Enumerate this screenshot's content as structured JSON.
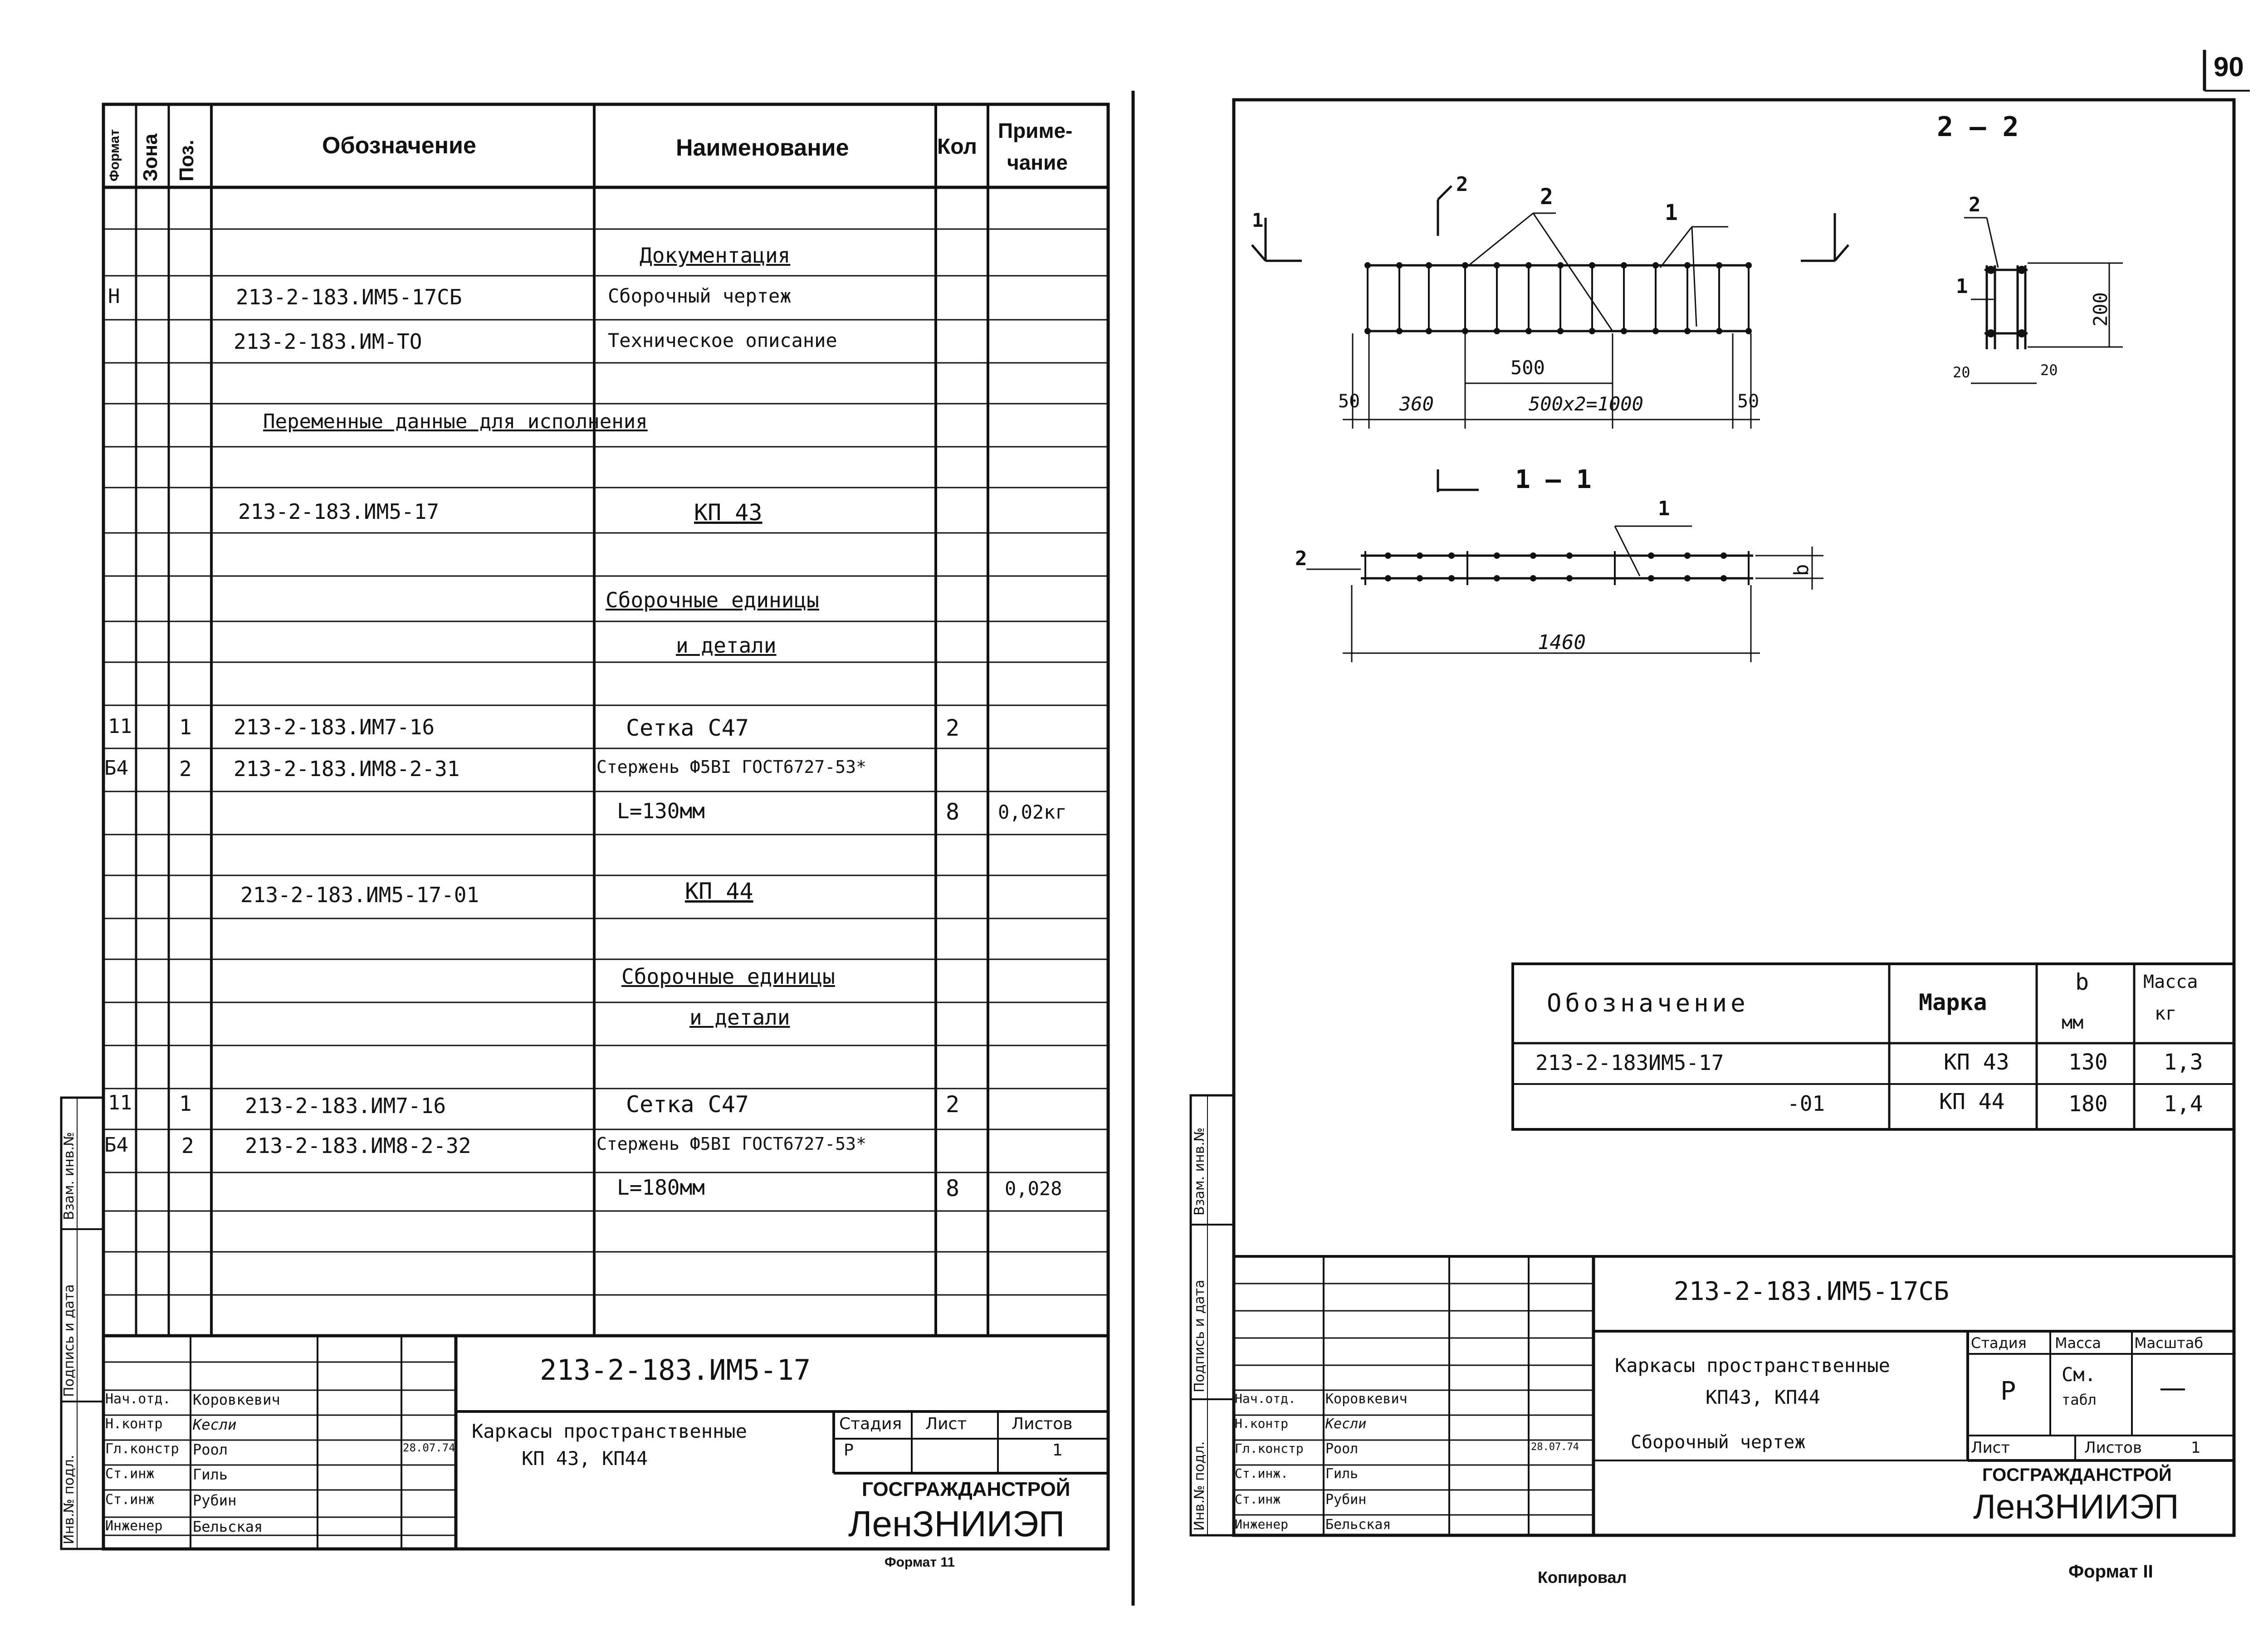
{
  "page_number": "90",
  "left_sheet": {
    "headers": {
      "format": "Формат",
      "zone": "Зона",
      "pos": "Поз.",
      "designation": "Обозначение",
      "name": "Наименование",
      "qty": "Кол",
      "note_line1": "Приме-",
      "note_line2": "чание"
    },
    "rows": [
      {
        "fmt": "",
        "pos": "",
        "designation": "",
        "name": "Документация",
        "qty": "",
        "note": ""
      },
      {
        "fmt": "Н",
        "pos": "",
        "designation": "213-2-183.ИМ5-17СБ",
        "name": "Сборочный чертеж",
        "qty": "",
        "note": ""
      },
      {
        "fmt": "",
        "pos": "",
        "designation": "213-2-183.ИМ-ТО",
        "name": "Техническое описание",
        "qty": "",
        "note": ""
      },
      {
        "fmt": "",
        "pos": "",
        "designation": "",
        "name": "Переменные данные для исполнения",
        "qty": "",
        "note": ""
      },
      {
        "fmt": "",
        "pos": "",
        "designation": "213-2-183.ИМ5-17",
        "name": "КП 43",
        "qty": "",
        "note": ""
      },
      {
        "fmt": "",
        "pos": "",
        "designation": "",
        "name": "Сборочные единицы",
        "qty": "",
        "note": ""
      },
      {
        "fmt": "",
        "pos": "",
        "designation": "",
        "name": "и детали",
        "qty": "",
        "note": ""
      },
      {
        "fmt": "11",
        "pos": "1",
        "designation": "213-2-183.ИМ7-16",
        "name": "Сетка С47",
        "qty": "2",
        "note": ""
      },
      {
        "fmt": "Б4",
        "pos": "2",
        "designation": "213-2-183.ИМ8-2-31",
        "name": "Стержень Ф5ВI ГОСТ6727-53*",
        "qty": "",
        "note": ""
      },
      {
        "fmt": "",
        "pos": "",
        "designation": "",
        "name": "L=130мм",
        "qty": "8",
        "note": "0,02кг"
      },
      {
        "fmt": "",
        "pos": "",
        "designation": "213-2-183.ИМ5-17-01",
        "name": "КП 44",
        "qty": "",
        "note": ""
      },
      {
        "fmt": "",
        "pos": "",
        "designation": "",
        "name": "Сборочные единицы",
        "qty": "",
        "note": ""
      },
      {
        "fmt": "",
        "pos": "",
        "designation": "",
        "name": "и детали",
        "qty": "",
        "note": ""
      },
      {
        "fmt": "11",
        "pos": "1",
        "designation": "213-2-183.ИМ7-16",
        "name": "Сетка С47",
        "qty": "2",
        "note": ""
      },
      {
        "fmt": "Б4",
        "pos": "2",
        "designation": "213-2-183.ИМ8-2-32",
        "name": "Стержень Ф5ВI ГОСТ6727-53*",
        "qty": "",
        "note": ""
      },
      {
        "fmt": "",
        "pos": "",
        "designation": "",
        "name": "L=180мм",
        "qty": "8",
        "note": "0,028"
      }
    ],
    "side_labels": [
      "Взам. инв.№",
      "Подпись и дата",
      "Инв.№ подл."
    ],
    "stamp": {
      "code": "213-2-183.ИМ5-17",
      "title_line1": "Каркасы пространственные",
      "title_line2": "КП 43, КП44",
      "stage_label": "Стадия",
      "sheet_label": "Лист",
      "sheets_label": "Листов",
      "stage": "Р",
      "sheets_value": "1",
      "org_line1": "ГОСГРАЖДАНСТРОЙ",
      "org_line2": "ЛенЗНИИЭП",
      "people": [
        {
          "role": "Нач.отд.",
          "name": "Коровкевич",
          "date": ""
        },
        {
          "role": "Н.контр",
          "name": "Кесли",
          "date": ""
        },
        {
          "role": "Гл.констр",
          "name": "Роол",
          "date": "28.07.74"
        },
        {
          "role": "Ст.инж",
          "name": "Гиль",
          "date": ""
        },
        {
          "role": "Ст.инж",
          "name": "Рубин",
          "date": ""
        },
        {
          "role": "Инженер",
          "name": "Бельская",
          "date": ""
        }
      ]
    },
    "format_label": "Формат 11"
  },
  "right_sheet": {
    "section_2_2": "2 — 2",
    "section_1_1": "1 — 1",
    "dims": {
      "d500": "500",
      "d500x2": "500x2=1000",
      "d360": "360",
      "d50a": "50",
      "d50b": "50",
      "d200": "200",
      "d20a": "20",
      "d20b": "20",
      "d1460": "1460",
      "db": "b"
    },
    "callouts": {
      "c1": "1",
      "c2": "2",
      "cut1": "1",
      "cut2": "2"
    },
    "table": {
      "head_designation": "Обозначение",
      "head_mark": "Марка",
      "head_b": "b",
      "head_b_unit": "мм",
      "head_mass": "Масса",
      "head_mass_unit": "кг",
      "rows": [
        {
          "designation": "213-2-183ИМ5-17",
          "mark": "КП 43",
          "b": "130",
          "mass": "1,3"
        },
        {
          "designation": "-01",
          "mark": "КП 44",
          "b": "180",
          "mass": "1,4"
        }
      ]
    },
    "side_labels": [
      "Взам. инв.№",
      "Подпись и дата",
      "Инв.№ подл."
    ],
    "stamp": {
      "code": "213-2-183.ИМ5-17СБ",
      "title_line1": "Каркасы пространственные",
      "title_line2": "КП43, КП44",
      "subtitle": "Сборочный чертеж",
      "stage_label": "Стадия",
      "mass_label": "Масса",
      "scale_label": "Масштаб",
      "stage": "Р",
      "mass_value_1": "См.",
      "mass_value_2": "табл",
      "scale_value": "—",
      "sheet_label": "Лист",
      "sheets_label": "Листов",
      "sheets_value": "1",
      "org_line1": "ГОСГРАЖДАНСТРОЙ",
      "org_line2": "ЛенЗНИИЭП",
      "people": [
        {
          "role": "Нач.отд.",
          "name": "Коровкевич",
          "date": ""
        },
        {
          "role": "Н.контр",
          "name": "Кесли",
          "date": ""
        },
        {
          "role": "Гл.констр",
          "name": "Роол",
          "date": "28.07.74"
        },
        {
          "role": "Ст.инж.",
          "name": "Гиль",
          "date": ""
        },
        {
          "role": "Ст.инж",
          "name": "Рубин",
          "date": ""
        },
        {
          "role": "Инженер",
          "name": "Бельская",
          "date": ""
        }
      ]
    },
    "copied_label": "Копировал",
    "format_label": "Формат II"
  }
}
